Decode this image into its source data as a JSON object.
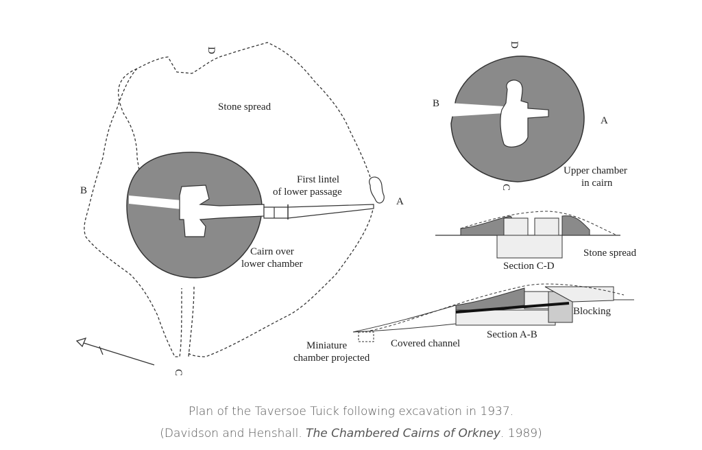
{
  "diagram": {
    "plan_labels": {
      "stone_spread": "Stone spread",
      "first_lintel_1": "First lintel",
      "first_lintel_2": "of lower passage",
      "cairn_over_1": "Cairn over",
      "cairn_over_2": "lower chamber",
      "mark_a": "A",
      "mark_b": "B",
      "mark_c": "C",
      "mark_d": "D"
    },
    "upper_labels": {
      "upper_1": "Upper chamber",
      "upper_2": "in cairn",
      "mark_a": "A",
      "mark_b": "B",
      "mark_c": "C",
      "mark_d": "D"
    },
    "section_labels": {
      "section_cd": "Section C-D",
      "stone_spread": "Stone spread",
      "section_ab": "Section A-B",
      "blocking": "Blocking",
      "covered_channel": "Covered channel",
      "miniature_1": "Miniature",
      "miniature_2": "chamber projected"
    },
    "colors": {
      "cairn_fill": "#8a8a8a",
      "ink": "#333333"
    }
  },
  "caption": {
    "line1": "Plan of the Taversoe Tuick following excavation in 1937.",
    "line2_prefix": "(Davidson and Henshall. ",
    "line2_title": "The Chambered Cairns of Orkney",
    "line2_suffix": ". 1989)"
  }
}
